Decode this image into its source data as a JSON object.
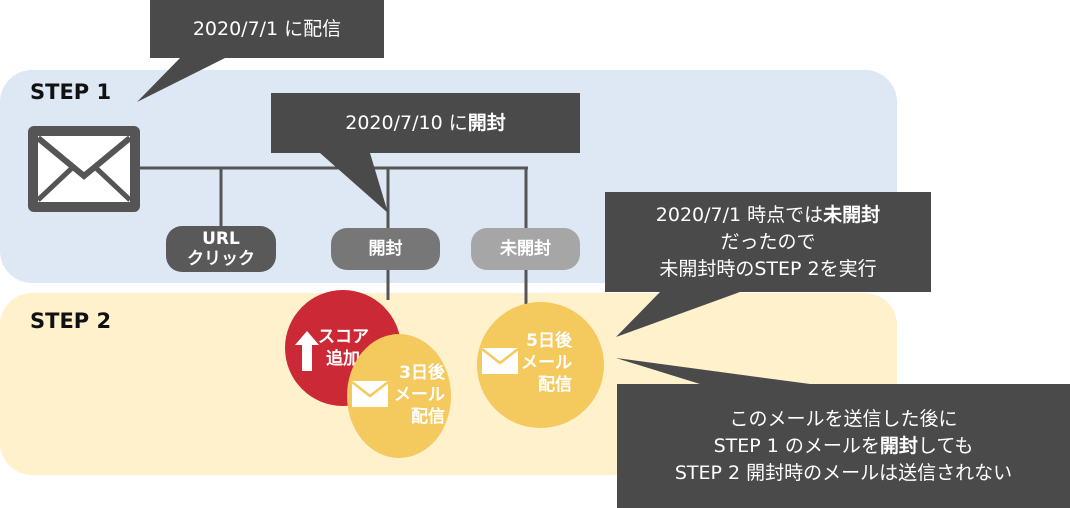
{
  "steps": {
    "step1": "STEP 1",
    "step2": "STEP 2"
  },
  "callouts": {
    "sent": "2020/7/1 に配信",
    "opened": {
      "pre": "2020/7/10 に",
      "bold": "開封"
    },
    "unopened": {
      "line1_pre": "2020/7/1 時点では",
      "line1_bold": "未開封",
      "line2": "だったので",
      "line3": "未開封時のSTEP 2を実行"
    },
    "note": {
      "line1": "このメールを送信した後に",
      "line2_pre": "STEP 1 のメールを",
      "line2_bold": "開封",
      "line2_post": "しても",
      "line3": "STEP 2 開封時のメールは送信されない"
    }
  },
  "branches": {
    "url_click": {
      "line1": "URL",
      "line2": "クリック"
    },
    "opened": "開封",
    "unopened": "未開封"
  },
  "actions": {
    "score": {
      "line1": "スコア",
      "line2": "追加"
    },
    "mail3": {
      "line1": "3日後",
      "line2": "メール",
      "line3": "配信"
    },
    "mail5": {
      "line1": "5日後",
      "line2": "メール",
      "line3": "配信"
    }
  },
  "colors": {
    "step1_bg": "#dde8f4",
    "step2_bg": "#fff1cc",
    "callout": "#4a4a4a",
    "red": "#cc2936",
    "yellow": "#f4c95d"
  }
}
